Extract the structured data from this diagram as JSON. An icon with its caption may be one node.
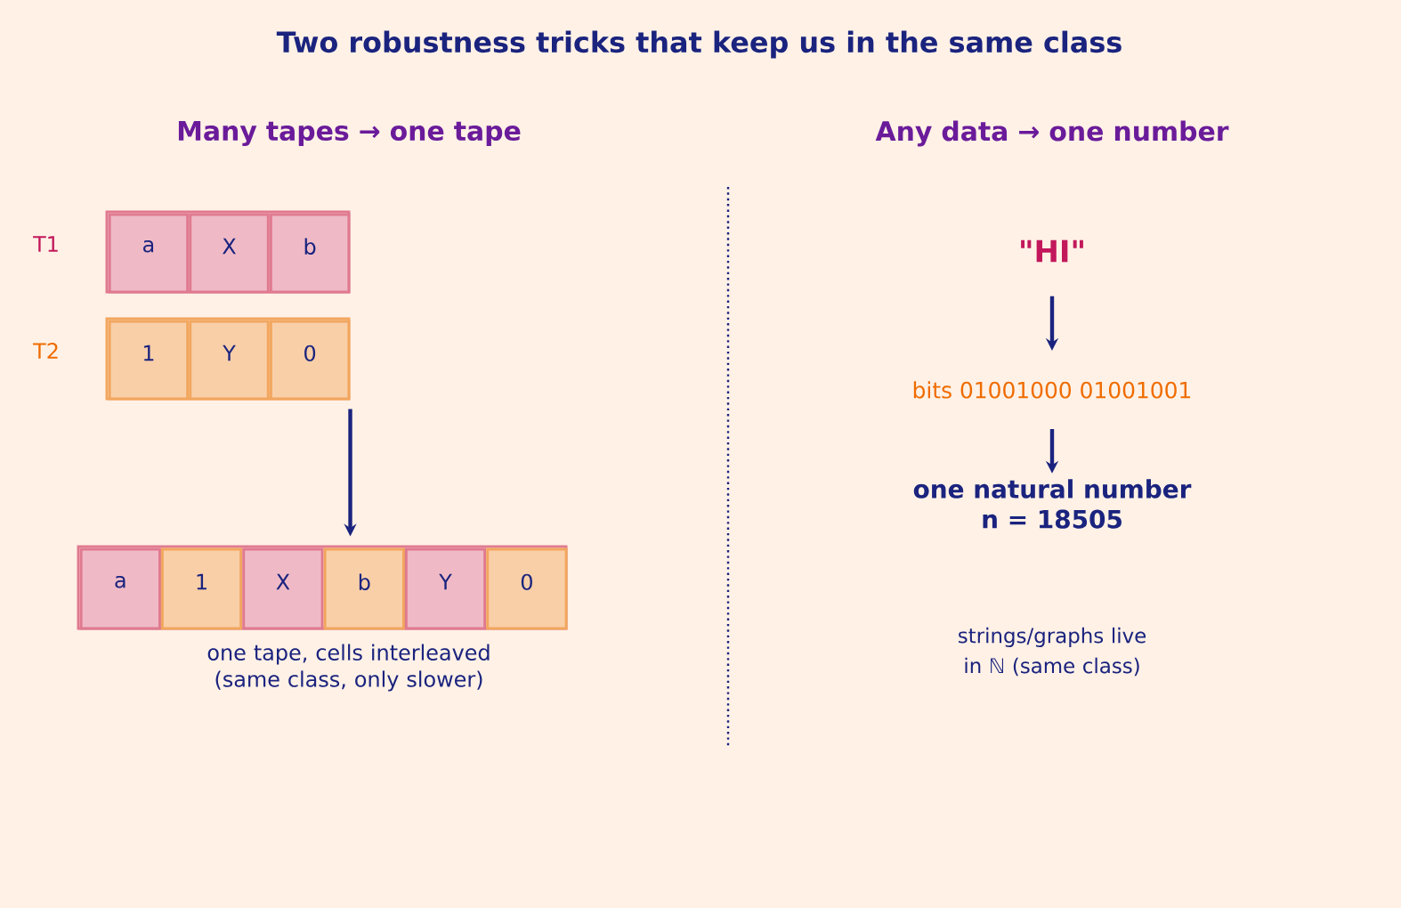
{
  "diagram": {
    "title": "Two robustness tricks that keep us in the same class",
    "nodes": [
      {
        "text": [],
        "shape": "box",
        "beside": [
          "T1"
        ]
      },
      {
        "text": [
          "a"
        ],
        "in": 0
      },
      {
        "text": [
          "X"
        ],
        "in": 0
      },
      {
        "text": [
          "b"
        ],
        "in": 0
      },
      {
        "text": [],
        "shape": "box",
        "beside": [
          "T2"
        ]
      },
      {
        "text": [
          "1"
        ],
        "in": 4
      },
      {
        "text": [
          "Y"
        ],
        "in": 4
      },
      {
        "text": [
          "0"
        ],
        "in": 4
      },
      {
        "text": [],
        "shape": "box",
        "beside": [
          "one tape, cells interleaved (same class, only slower)"
        ]
      },
      {
        "text": [
          "a"
        ],
        "in": 8
      },
      {
        "text": [
          "1"
        ],
        "in": 8
      },
      {
        "text": [
          "X"
        ],
        "in": 8
      },
      {
        "text": [
          "b"
        ],
        "in": 8
      },
      {
        "text": [
          "Y"
        ],
        "in": 8
      },
      {
        "text": [
          "0"
        ],
        "in": 8
      },
      {
        "text": [
          "\"HI\""
        ]
      },
      {
        "text": [
          "bits  01001000 01001001"
        ]
      },
      {
        "text": [
          "one natural number",
          "n = 18505"
        ]
      }
    ],
    "edges": [
      {
        "from": 4,
        "to": 8,
        "arrow": "to"
      },
      {
        "from": 15,
        "to": 16,
        "arrow": "to"
      },
      {
        "from": 16,
        "to": 17,
        "arrow": "to"
      }
    ],
    "labels": [
      "Many tapes → one tape",
      "Any data → one number",
      "strings/graphs live in ℕ (same class)"
    ]
  }
}
